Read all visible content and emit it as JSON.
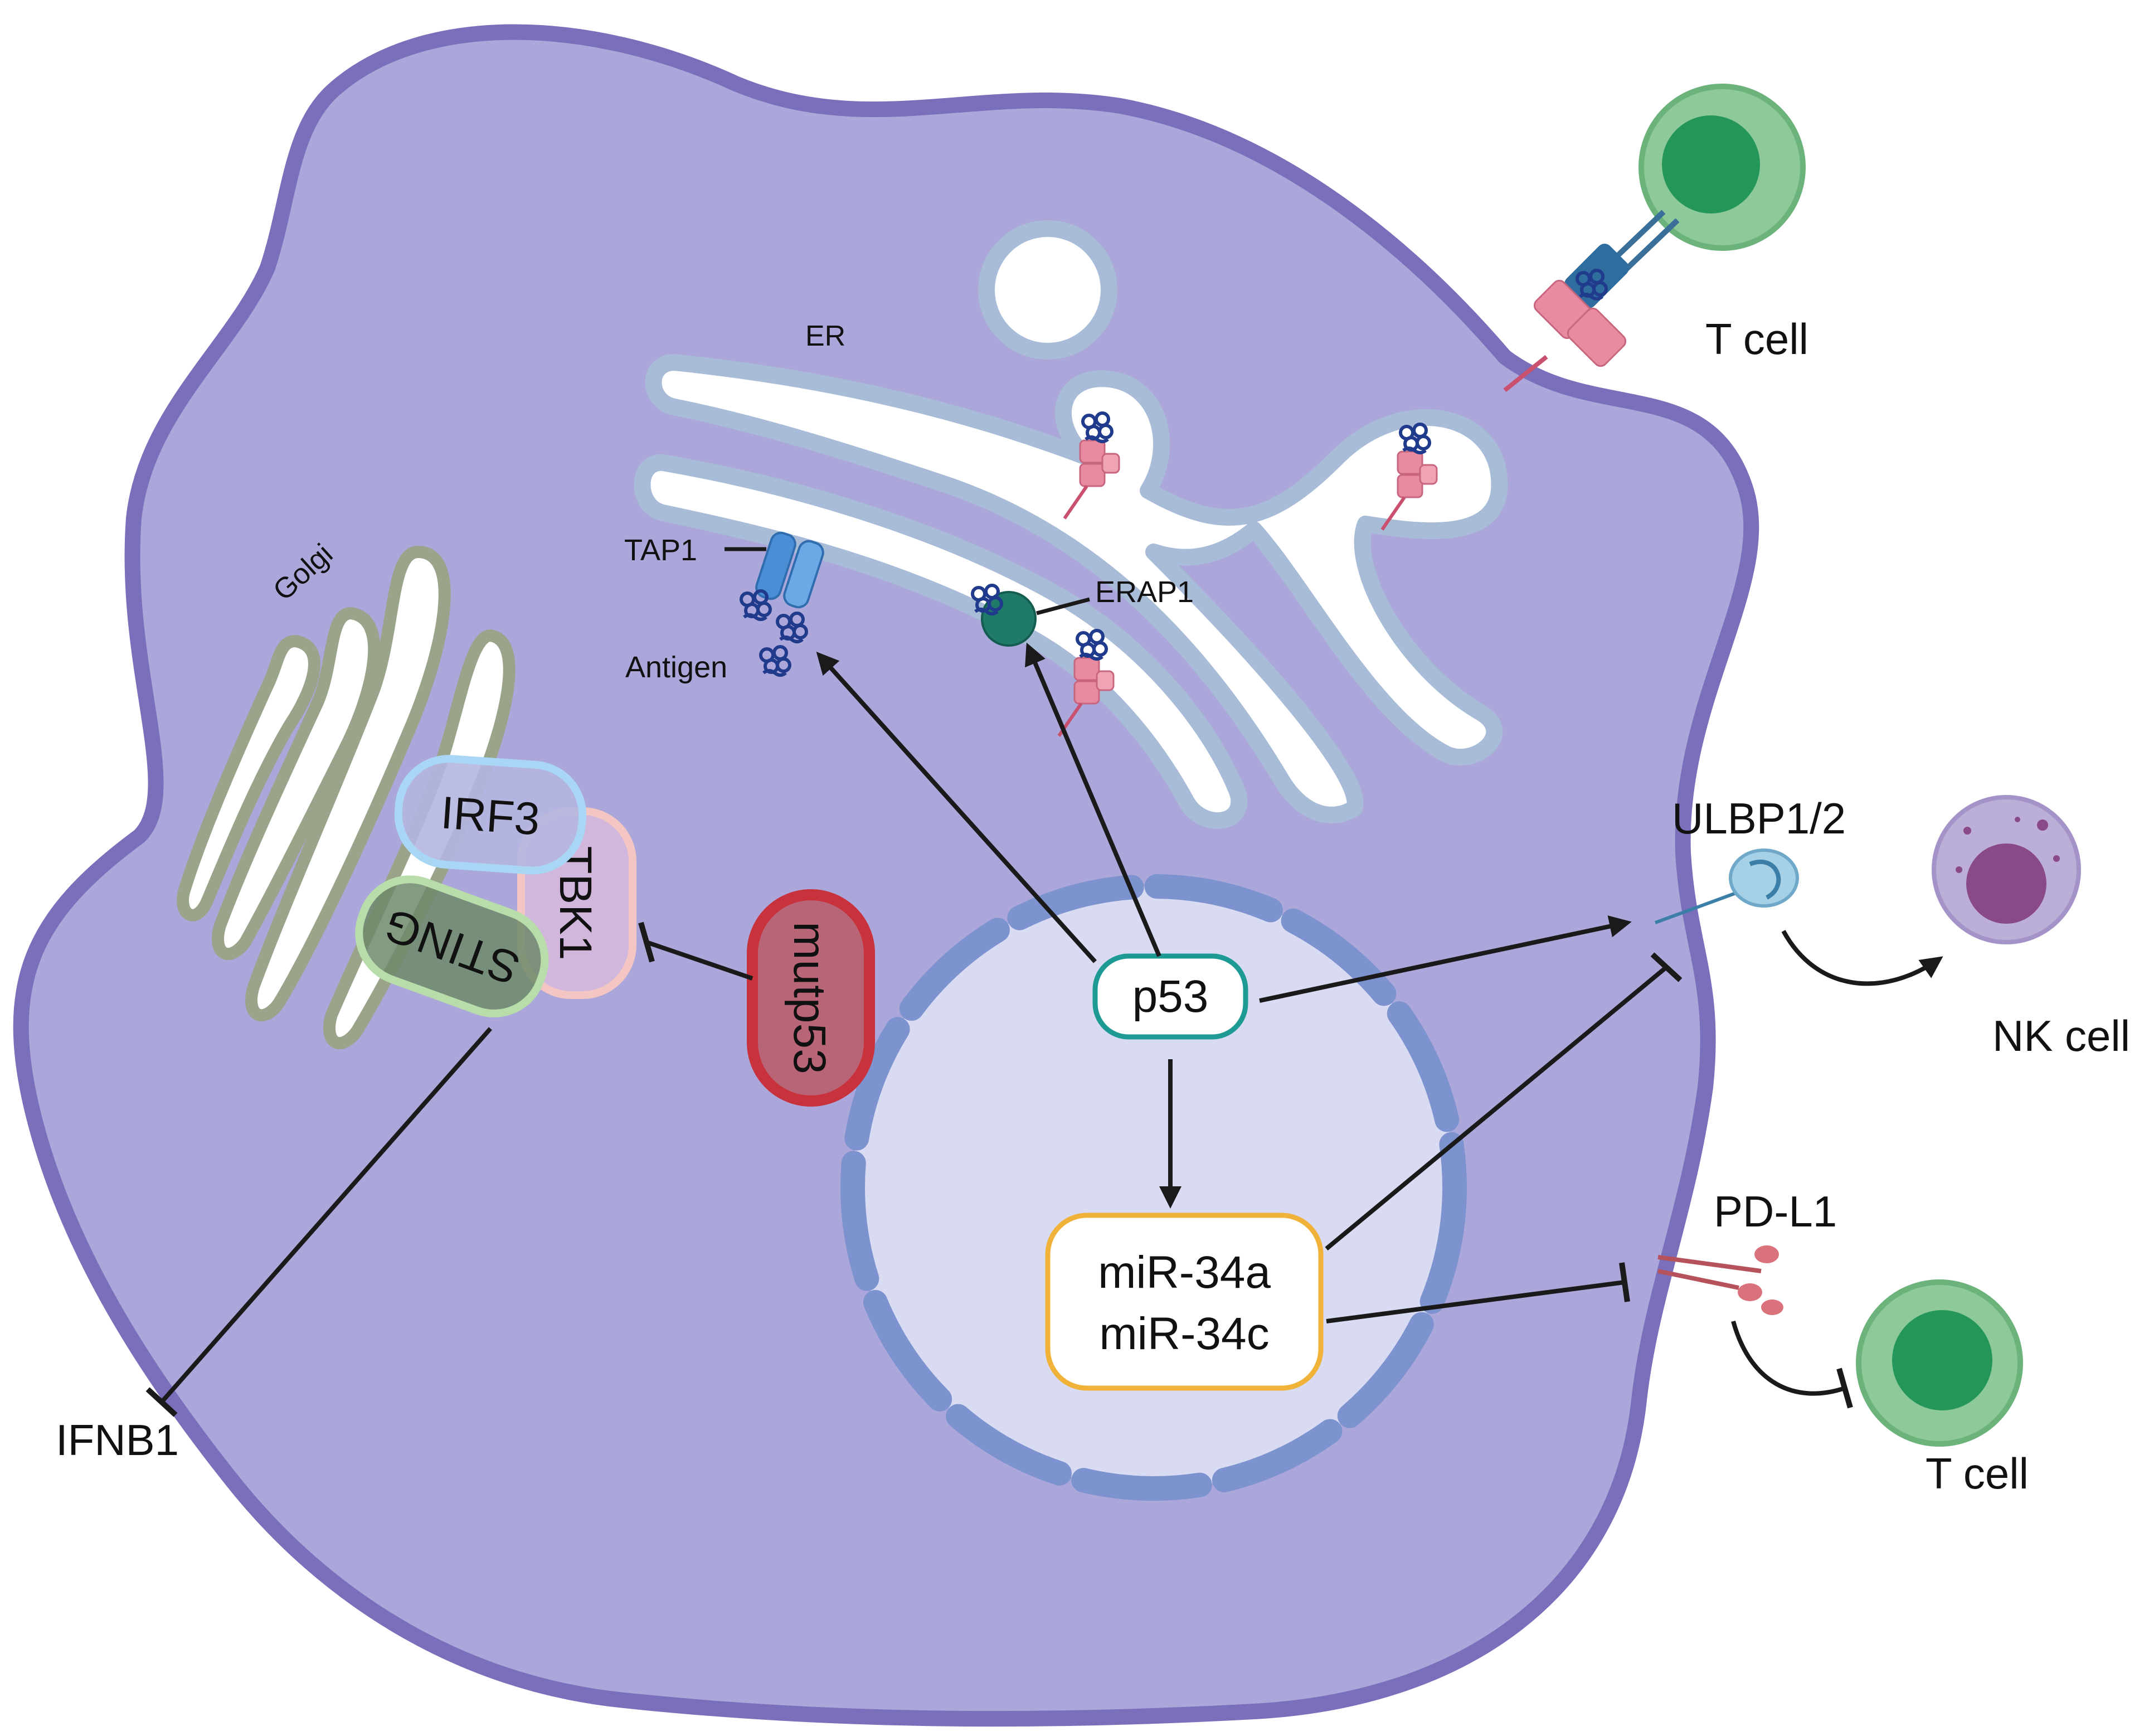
{
  "colors": {
    "cell_fill": "#aca7da",
    "cell_border": "#7a6fbb",
    "nucleus_fill": "#d8dbf1",
    "nuclear_envelope": "#7d93cf",
    "er_lumen": "#ffffff",
    "er_border": "#a8bcd8",
    "golgi_fill": "#ffffff",
    "golgi_border": "#9aa48a",
    "t_cell_outer": "#8ec99a",
    "t_cell_inner": "#25965a",
    "nk_cell_outer": "#bbaed7",
    "nk_cell_inner": "#8a4a8a",
    "p53_border": "#1e9a94",
    "mir_border": "#f1b23a",
    "mutp53_fill": "#b86577",
    "mutp53_border": "#c8323c",
    "irf3_fill": "#b4b6e0",
    "irf3_border": "#a9d6f5",
    "tbk1_fill": "#d2b7dc",
    "tbk1_border": "#f3c6c4",
    "sting_fill": "#6d8a6a",
    "sting_border": "#b8dcaa",
    "mhc_pink": "#e88aa0",
    "tcr_blue": "#2f6d9e",
    "antigen_blue": "#203a8c",
    "tap1_blue": "#4a8ed6",
    "erap1_green": "#1f7a68",
    "ulbp_fill": "#a6d0e6",
    "pdl1_color": "#d9727a",
    "arrow": "#1a1a1a"
  },
  "icons": {
    "t_cell_top": "t-cell-icon",
    "t_cell_bottom": "t-cell-icon",
    "nk_cell": "nk-cell-icon",
    "tap1": "transporter-icon",
    "erap1": "enzyme-icon",
    "antigen": "peptide-icon",
    "mhc": "mhc-receptor-icon",
    "ulbp": "ligand-icon",
    "pdl1": "pd-l1-icon"
  },
  "labels": {
    "er": "ER",
    "golgi": "Golgi",
    "tap1": "TAP1",
    "antigen": "Antigen",
    "erap1": "ERAP1",
    "t_cell_top": "T cell",
    "ulbp": "ULBP1/2",
    "nk_cell": "NK cell",
    "pdl1": "PD-L1",
    "t_cell_bottom": "T cell",
    "ifnb1": "IFNB1"
  },
  "nodes": {
    "p53": "p53",
    "mir_a": "miR-34a",
    "mir_c": "miR-34c",
    "mutp53": "mutp53",
    "irf3": "IRF3",
    "tbk1": "TBK1",
    "sting": "STING"
  }
}
